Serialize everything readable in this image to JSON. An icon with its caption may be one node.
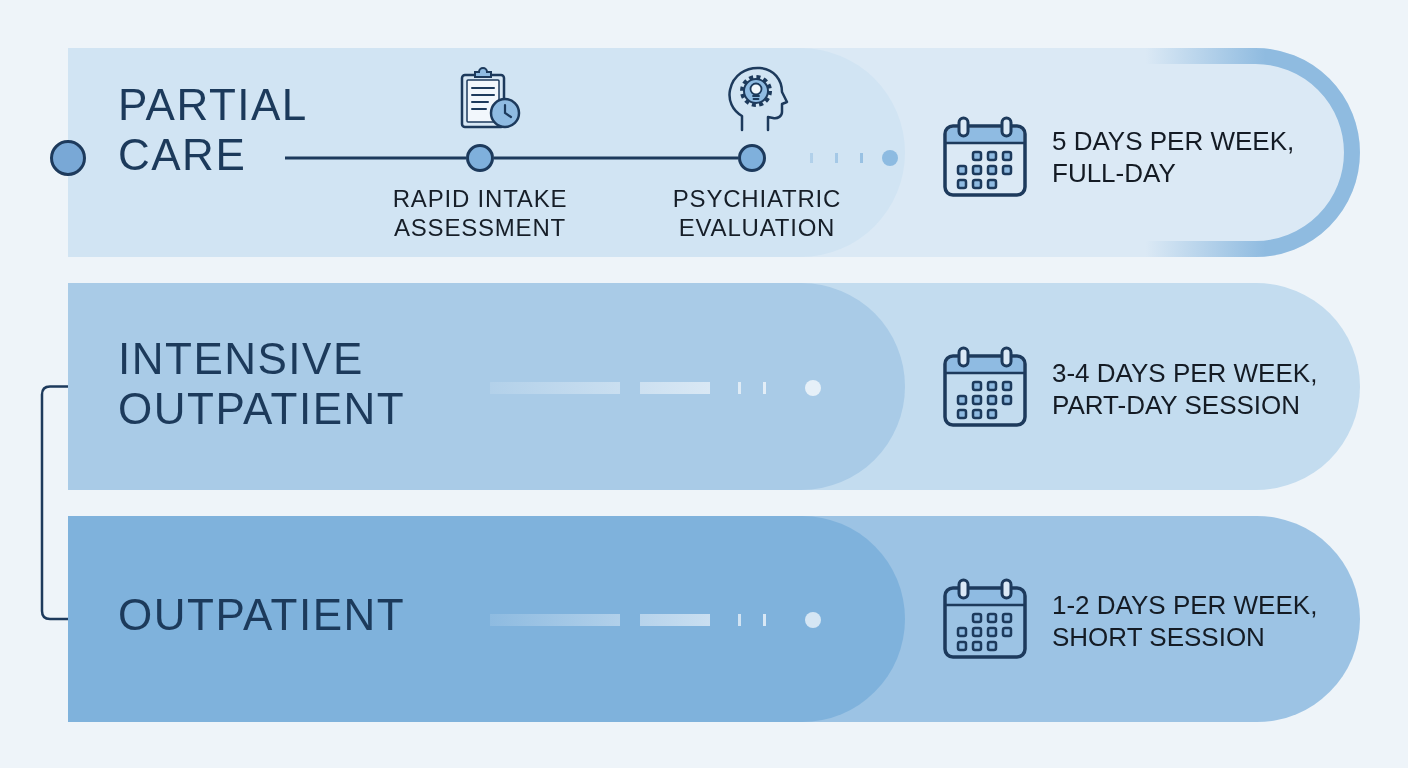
{
  "diagram": {
    "nodes": [
      {
        "text": [
          "PARTIAL CARE",
          "5 DAYS PER WEEK, FULL-DAY"
        ]
      },
      {
        "text": [],
        "shape": "circle"
      },
      {
        "text": [],
        "shape": "circle",
        "in": 0,
        "beside": [
          "RAPID INTAKE ASSESSMENT"
        ]
      },
      {
        "text": [],
        "shape": "circle",
        "in": 0,
        "beside": [
          "PSYCHIATRIC EVALUATION"
        ]
      },
      {
        "text": [],
        "shape": "circle",
        "in": 0
      },
      {
        "text": [
          "INTENSIVE OUTPATIENT",
          "3-4 DAYS PER WEEK, PART-DAY SESSION"
        ]
      },
      {
        "text": [],
        "shape": "circle",
        "in": 5
      },
      {
        "text": [
          "OUTPATIENT",
          "1-2 DAYS PER WEEK, SHORT SESSION"
        ]
      },
      {
        "text": [],
        "shape": "circle",
        "in": 7
      }
    ],
    "edges": [
      {
        "from": null,
        "to": 2,
        "arrow": "none"
      },
      {
        "from": 2,
        "to": 3,
        "arrow": "none"
      },
      {
        "from": 3,
        "to": 4,
        "arrow": "none",
        "style": "dashed",
        "color": "#8fbbe0"
      },
      {
        "from": null,
        "to": 6,
        "arrow": "none",
        "style": "dashed",
        "color": "#eaf2f9"
      },
      {
        "from": null,
        "to": 8,
        "arrow": "none",
        "style": "dashed",
        "color": "#e3eef8"
      },
      {
        "from": 5,
        "to": 7,
        "arrow": "none"
      }
    ]
  }
}
